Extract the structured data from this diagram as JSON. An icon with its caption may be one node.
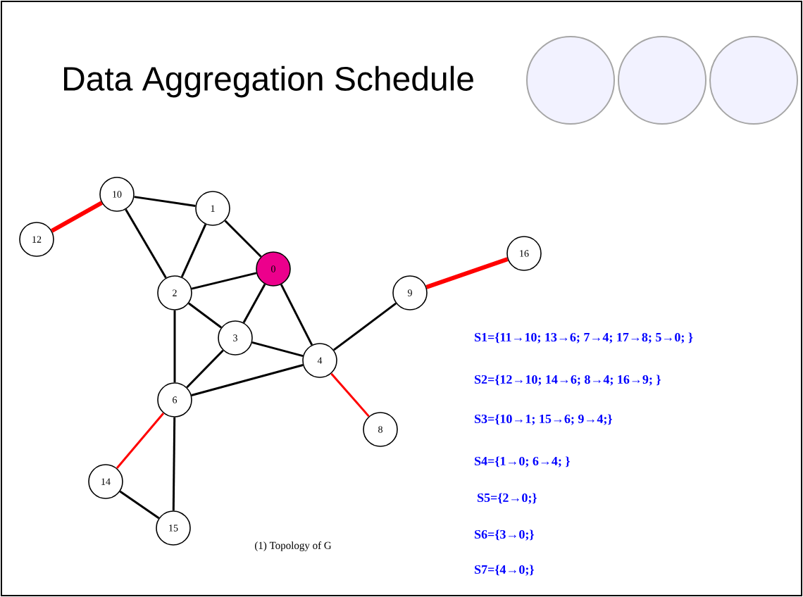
{
  "diagram": {
    "title": "Data Aggregation Schedule",
    "nodes": [
      {
        "text": [
          "10"
        ]
      },
      {
        "text": [
          "1"
        ]
      },
      {
        "text": [
          "12"
        ]
      },
      {
        "text": [
          "16"
        ]
      },
      {
        "text": [
          "0"
        ]
      },
      {
        "text": [
          "2"
        ]
      },
      {
        "text": [
          "9"
        ]
      },
      {
        "text": [
          "3"
        ]
      },
      {
        "text": [
          "4"
        ]
      },
      {
        "text": [
          "6"
        ]
      },
      {
        "text": [
          "8"
        ]
      },
      {
        "text": [
          "14"
        ]
      },
      {
        "text": [
          "15"
        ]
      }
    ],
    "edges": [
      {
        "from": 0,
        "to": 1,
        "arrow": "none"
      },
      {
        "from": 0,
        "to": 2,
        "arrow": "none",
        "style": "thick",
        "color": "#ff0000"
      },
      {
        "from": 0,
        "to": 5,
        "arrow": "none"
      },
      {
        "from": 1,
        "to": 5,
        "arrow": "none"
      },
      {
        "from": 1,
        "to": 4,
        "arrow": "none"
      },
      {
        "from": 5,
        "to": 4,
        "arrow": "none"
      },
      {
        "from": 5,
        "to": 7,
        "arrow": "none"
      },
      {
        "from": 5,
        "to": 9,
        "arrow": "none"
      },
      {
        "from": 4,
        "to": 7,
        "arrow": "none"
      },
      {
        "from": 4,
        "to": 8,
        "arrow": "none"
      },
      {
        "from": 7,
        "to": 8,
        "arrow": "none"
      },
      {
        "from": 7,
        "to": 9,
        "arrow": "none"
      },
      {
        "from": 9,
        "to": 8,
        "arrow": "none"
      },
      {
        "from": 8,
        "to": 6,
        "arrow": "none"
      },
      {
        "from": 8,
        "to": 10,
        "arrow": "none",
        "color": "#ff0000"
      },
      {
        "from": 9,
        "to": 11,
        "arrow": "none",
        "color": "#ff0000"
      },
      {
        "from": 9,
        "to": 12,
        "arrow": "none"
      },
      {
        "from": 11,
        "to": 12,
        "arrow": "none"
      },
      {
        "from": 6,
        "to": 3,
        "arrow": "none",
        "style": "thick",
        "color": "#ff0000"
      }
    ],
    "labels": [
      "S1={11→10; 13→6; 7→4; 17→8; 5→0; }",
      "S2={12→10; 14→6; 8→4; 16→9; }",
      "S3={10→1; 15→6; 9→4;}",
      "S4={1→0; 6→4; }",
      "S5={2→0;}",
      "S6={3→0;}",
      "S7={4→0;}",
      "(1) Topology of G"
    ]
  }
}
